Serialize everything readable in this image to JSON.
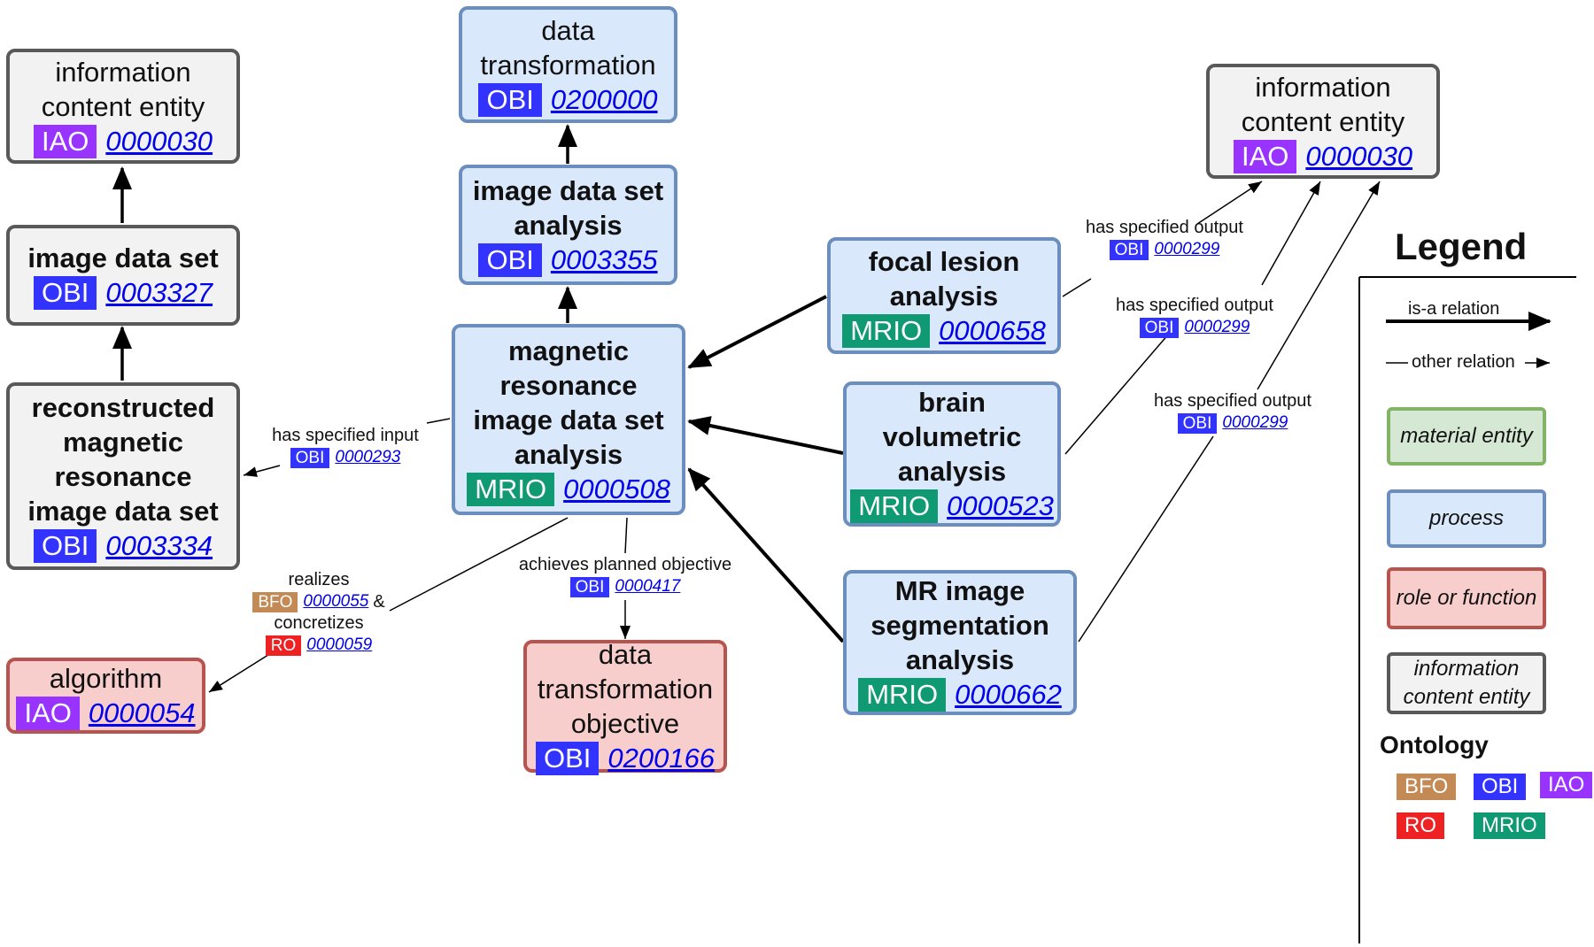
{
  "colors": {
    "BFO": "#c48a55",
    "OBI": "#3333ff",
    "IAO": "#9933ff",
    "RO": "#ee2222",
    "MRIO": "#109a73",
    "gray_fill": "#f2f2f2",
    "gray_border": "#595959",
    "blue_fill": "#dae8fc",
    "blue_border": "#6c8ebf",
    "red_fill": "#f8cecc",
    "red_border": "#b85450",
    "green_fill": "#d5e8d4",
    "green_border": "#82b366"
  },
  "nodes": {
    "ice_left": {
      "title": "information\ncontent entity",
      "bold": false,
      "onto": "IAO",
      "code": "0000030"
    },
    "image_data_set": {
      "title": "image data set",
      "bold": true,
      "onto": "OBI",
      "code": "0003327"
    },
    "reconstructed": {
      "title": "reconstructed\nmagnetic\nresonance\nimage data set",
      "bold": true,
      "onto": "OBI",
      "code": "0003334"
    },
    "algorithm": {
      "title": "algorithm",
      "bold": false,
      "onto": "IAO",
      "code": "0000054"
    },
    "data_transformation": {
      "title": "data\ntransformation",
      "bold": false,
      "onto": "OBI",
      "code": "0200000"
    },
    "idsa": {
      "title": "image data set\nanalysis",
      "bold": true,
      "onto": "OBI",
      "code": "0003355"
    },
    "mridsa": {
      "title": "magnetic\nresonance\nimage data set\nanalysis",
      "bold": true,
      "onto": "MRIO",
      "code": "0000508"
    },
    "dt_objective": {
      "title": "data\ntransformation\nobjective",
      "bold": false,
      "onto": "OBI",
      "code": "0200166"
    },
    "focal": {
      "title": "focal lesion\nanalysis",
      "bold": true,
      "onto": "MRIO",
      "code": "0000658"
    },
    "brain": {
      "title": "brain\nvolumetric\nanalysis",
      "bold": true,
      "onto": "MRIO",
      "code": "0000523"
    },
    "seg": {
      "title": "MR image\nsegmentation\nanalysis",
      "bold": true,
      "onto": "MRIO",
      "code": "0000662"
    },
    "ice_right": {
      "title": "information\ncontent entity",
      "bold": false,
      "onto": "IAO",
      "code": "0000030"
    }
  },
  "edge_labels": {
    "input": {
      "text": "has specified input",
      "onto": "OBI",
      "code": "0000293"
    },
    "realizes": {
      "text1": "realizes",
      "onto1": "BFO",
      "code1": "0000055",
      "amp": "&",
      "text2": "concretizes",
      "onto2": "RO",
      "code2": "0000059"
    },
    "objective": {
      "text": "achieves planned objective",
      "onto": "OBI",
      "code": "0000417"
    },
    "out1": {
      "text": "has specified output",
      "onto": "OBI",
      "code": "0000299"
    },
    "out2": {
      "text": "has specified output",
      "onto": "OBI",
      "code": "0000299"
    },
    "out3": {
      "text": "has specified output",
      "onto": "OBI",
      "code": "0000299"
    }
  },
  "legend": {
    "title": "Legend",
    "isa": "is-a relation",
    "other": "other relation",
    "boxes": {
      "material": "material entity",
      "process": "process",
      "role": "role or function",
      "ice": "information\ncontent entity"
    },
    "ontology_title": "Ontology",
    "ontologies": [
      "BFO",
      "OBI",
      "IAO",
      "RO",
      "MRIO"
    ]
  }
}
